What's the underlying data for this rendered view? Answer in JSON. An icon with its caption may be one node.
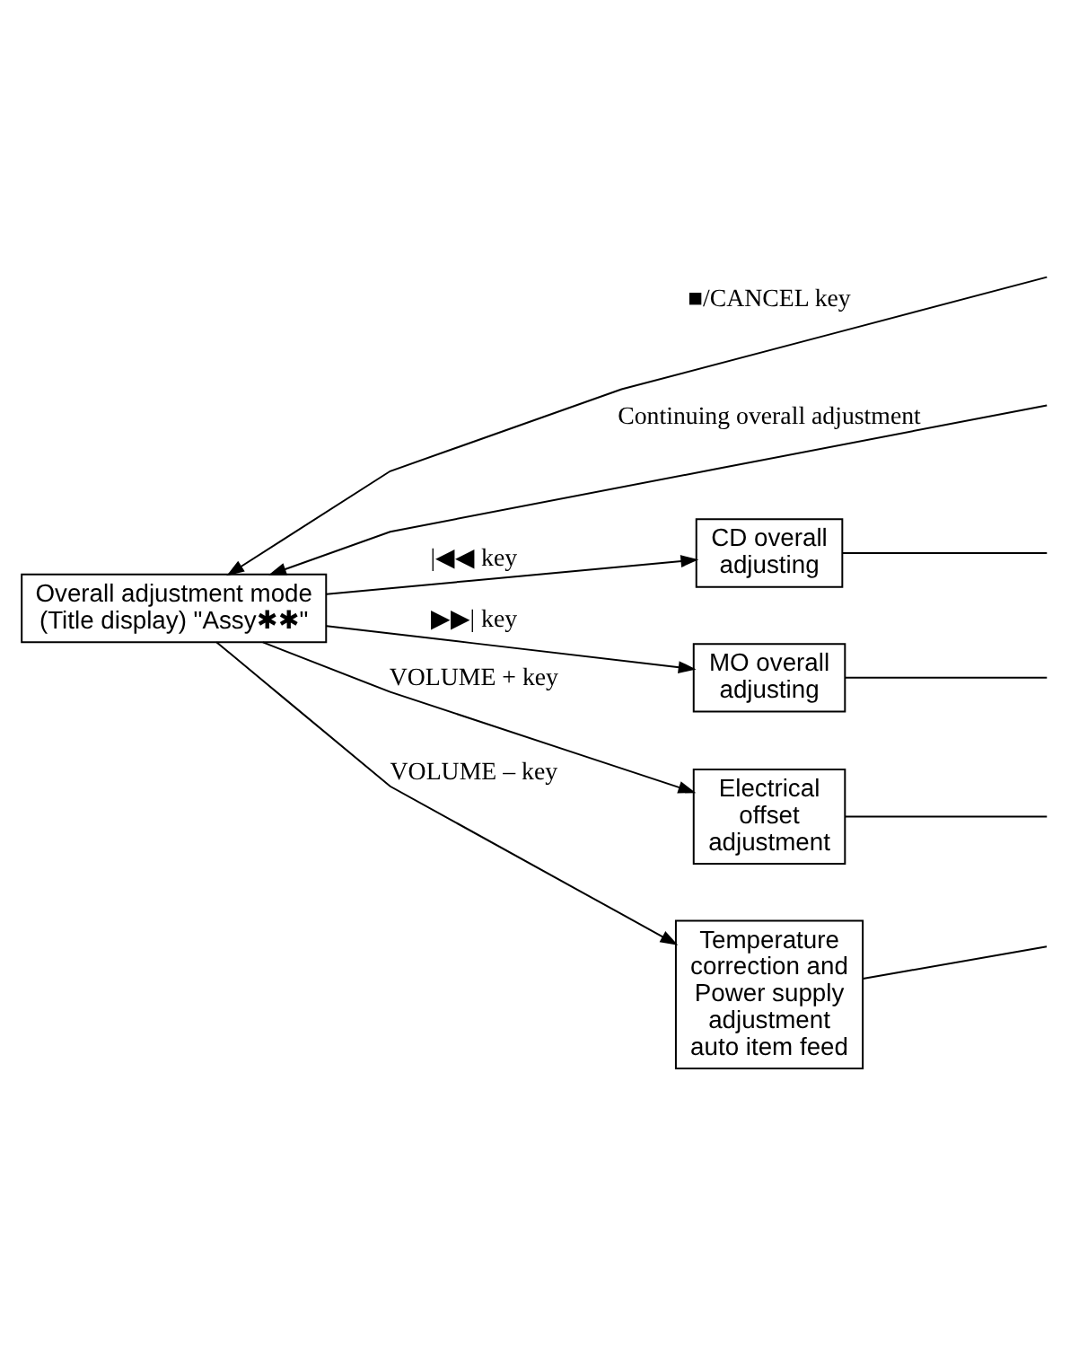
{
  "diagram": {
    "nodes": [
      {
        "text": [
          "Overall adjustment mode (Title display) \"Assy✱✱\""
        ]
      },
      {
        "text": [
          "CD overall adjusting"
        ]
      },
      {
        "text": [
          "MO overall adjusting"
        ]
      },
      {
        "text": [
          "Electrical offset adjustment"
        ]
      },
      {
        "text": [
          "Temperature correction and Power supply adjustment auto item feed"
        ]
      }
    ],
    "edges": [
      {
        "from": null,
        "to": 0,
        "arrow": "to",
        "label": "■/CANCEL key"
      },
      {
        "from": null,
        "to": 0,
        "arrow": "to",
        "label": "Continuing overall adjustment"
      },
      {
        "from": 0,
        "to": 1,
        "arrow": "to",
        "label": "|◀◀ key"
      },
      {
        "from": 1,
        "to": null,
        "arrow": "none"
      },
      {
        "from": 0,
        "to": 2,
        "arrow": "to",
        "label": "▶▶| key"
      },
      {
        "from": 2,
        "to": null,
        "arrow": "none"
      },
      {
        "from": 0,
        "to": 3,
        "arrow": "to",
        "label": "VOLUME + key"
      },
      {
        "from": 3,
        "to": null,
        "arrow": "none"
      },
      {
        "from": 0,
        "to": 4,
        "arrow": "to",
        "label": "VOLUME – key"
      },
      {
        "from": 4,
        "to": null,
        "arrow": "none"
      }
    ]
  }
}
